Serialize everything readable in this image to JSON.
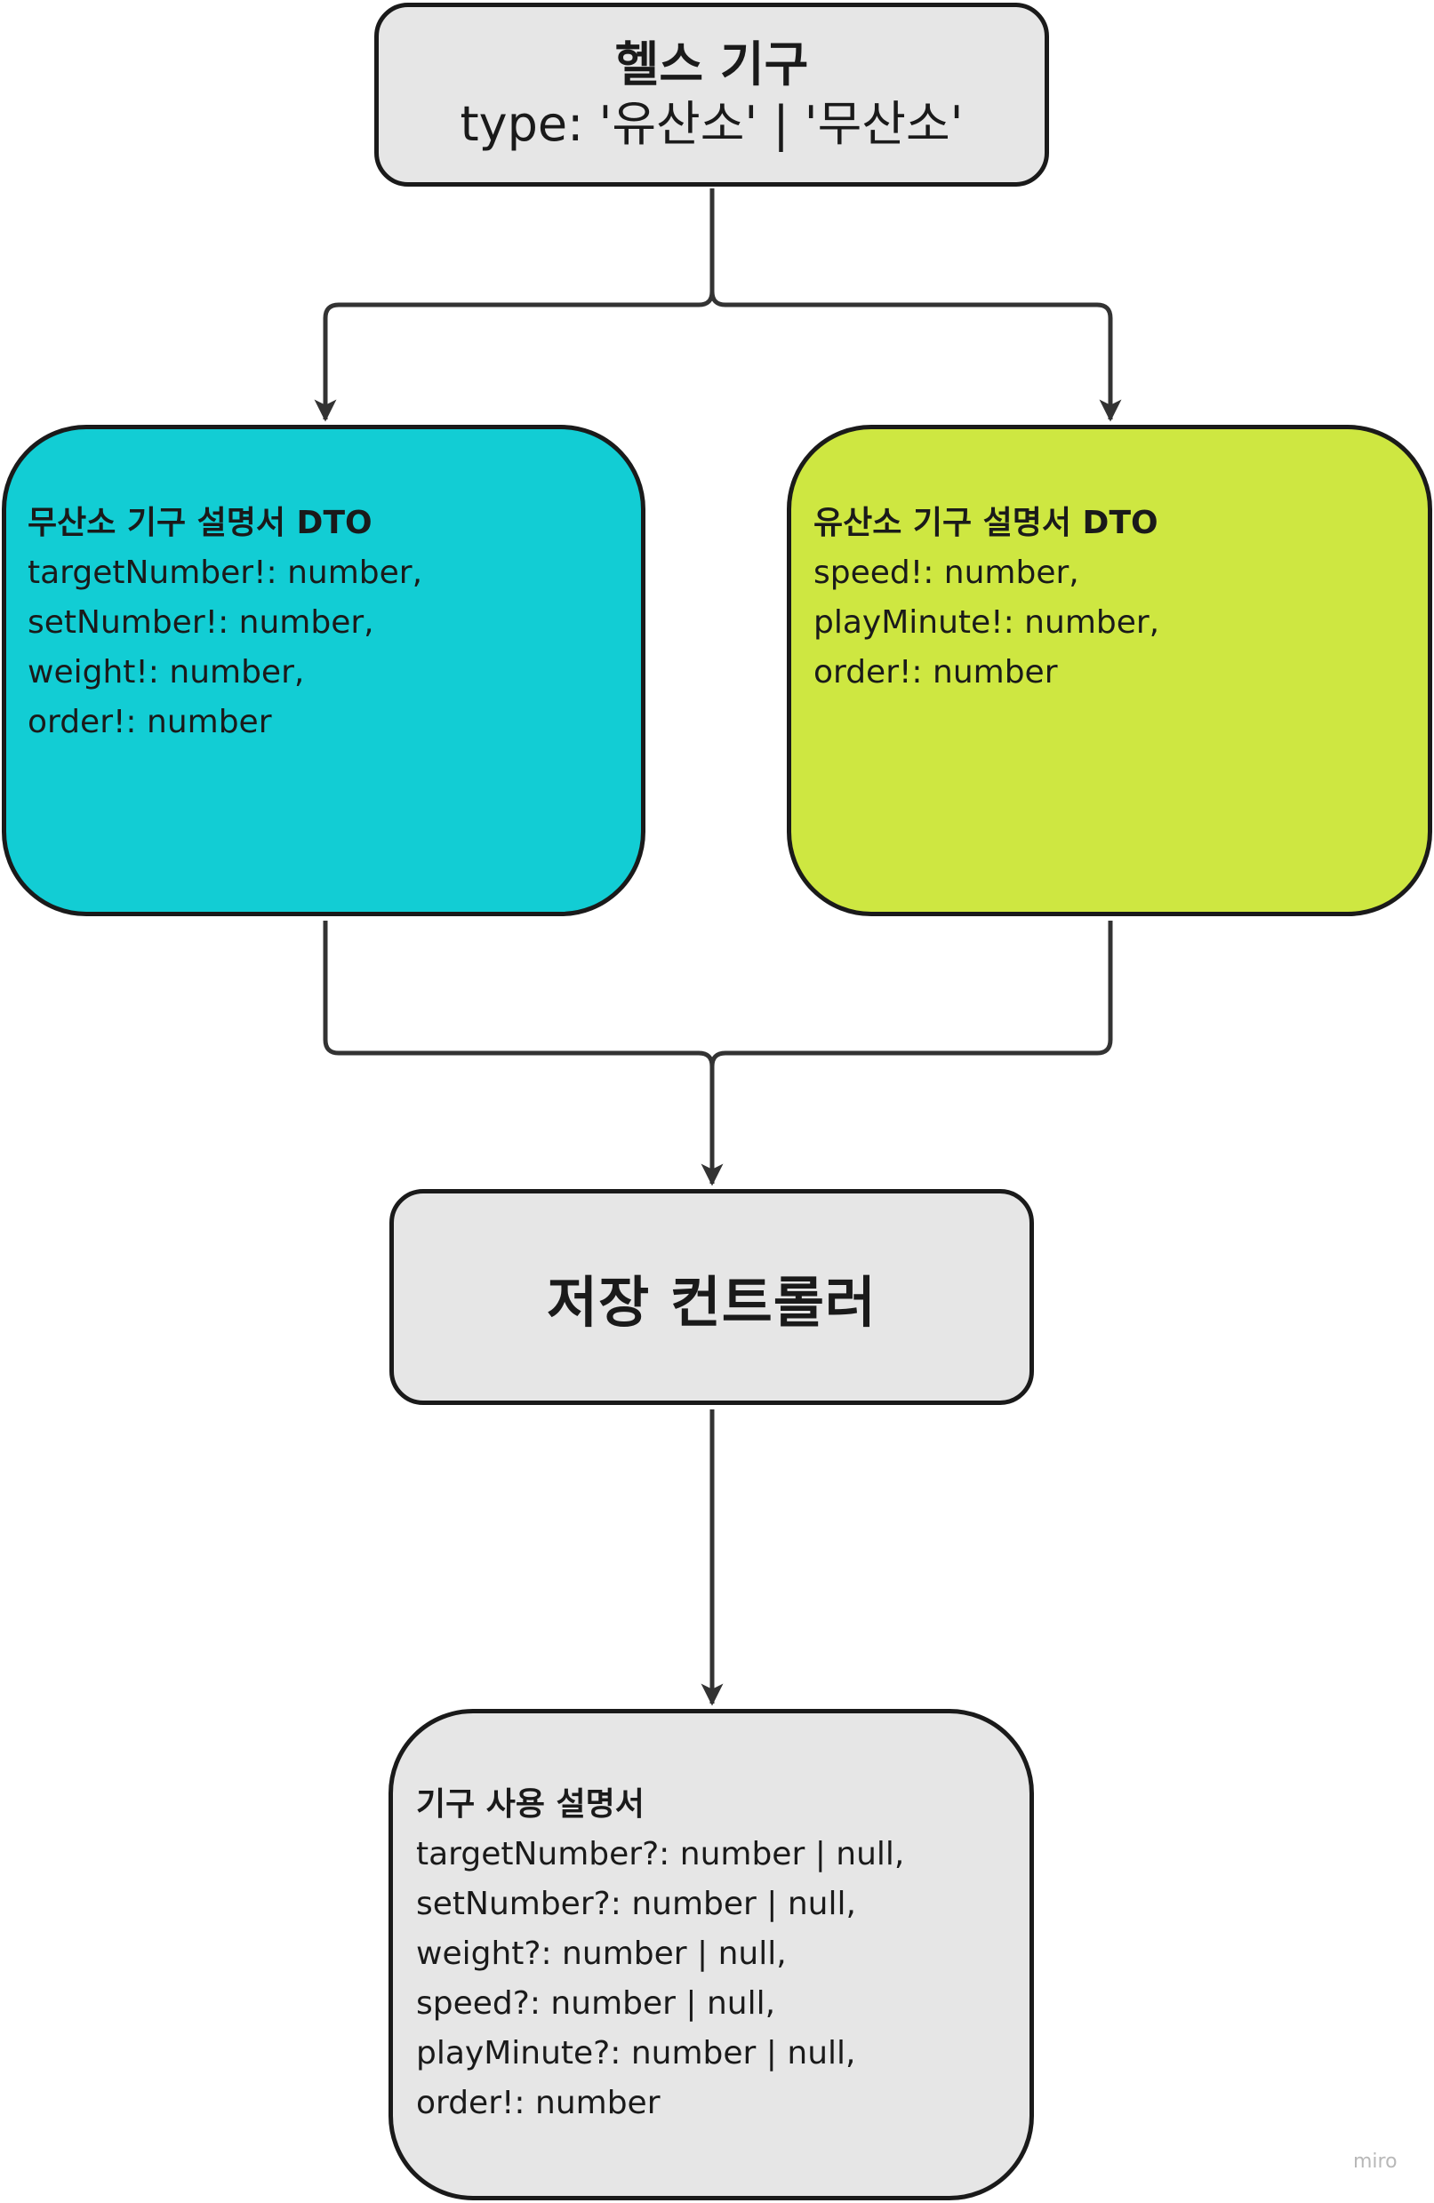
{
  "top_node": {
    "title": "헬스 기구",
    "subtitle": "type: '유산소' | '무산소'"
  },
  "free_weight_node": {
    "title": "무산소 기구 설명서 DTO",
    "lines": [
      "targetNumber!: number,",
      "setNumber!: number,",
      "weight!: number,",
      "order!: number"
    ]
  },
  "cardio_node": {
    "title": "유산소 기구 설명서 DTO",
    "lines": [
      "speed!: number,",
      "playMinute!: number,",
      "order!: number"
    ]
  },
  "save_node": {
    "label": "저장 컨트롤러"
  },
  "manual_node": {
    "title": "기구 사용 설명서",
    "lines": [
      "targetNumber?: number | null,",
      "setNumber?: number | null,",
      "weight?: number | null,",
      "speed?: number | null,",
      "playMinute?: number | null,",
      "order!: number"
    ]
  },
  "watermark": "miro",
  "colors": {
    "border": "#1a1a1a",
    "gray_fill": "#e6e6e6",
    "cyan_fill": "#12cdd4",
    "lime_fill": "#cee741",
    "connector": "#333333"
  }
}
